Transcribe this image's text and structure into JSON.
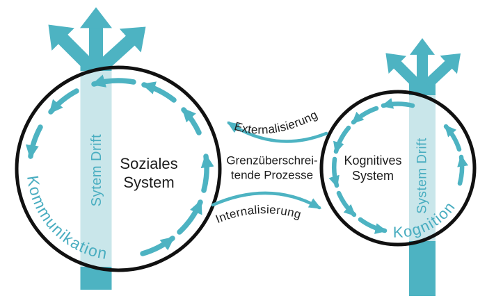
{
  "diagram": {
    "left_system": {
      "label": [
        "Soziales",
        "System"
      ],
      "band_label": "Sytem Drift",
      "orbit_label": "Kommunikation"
    },
    "right_system": {
      "label": [
        "Kognitives",
        "System"
      ],
      "band_label": "System Drift",
      "orbit_label": "Kognition"
    },
    "boundary": {
      "label": [
        "Grenzüberschrei-",
        "tende Prozesse"
      ],
      "top_arrow_label": "Externalisierung",
      "bottom_arrow_label": "Internalisierung"
    },
    "colors": {
      "accent_teal": "#4db3c2",
      "band_light": "#c9e6ea",
      "label_teal": "#49adc0",
      "outline_black": "#111111",
      "text_dark": "#1d1d1d"
    }
  }
}
